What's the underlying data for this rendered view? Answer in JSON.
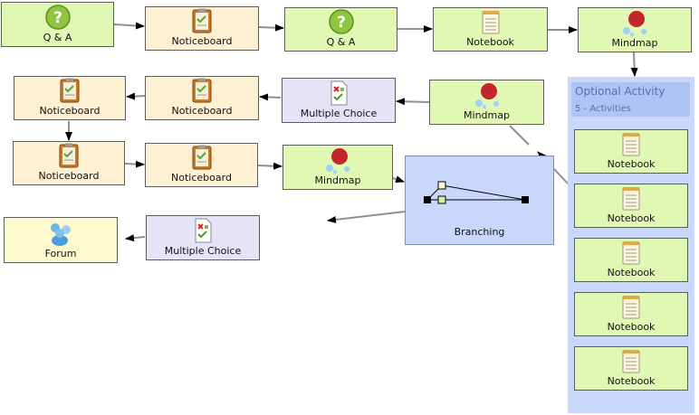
{
  "activities": {
    "qa_1": {
      "label": "Q & A",
      "icon": "question-icon"
    },
    "noticeboard_1": {
      "label": "Noticeboard",
      "icon": "noticeboard-icon"
    },
    "qa_2": {
      "label": "Q & A",
      "icon": "question-icon"
    },
    "notebook_1": {
      "label": "Notebook",
      "icon": "notebook-icon"
    },
    "mindmap_1": {
      "label": "Mindmap",
      "icon": "mindmap-icon"
    },
    "mindmap_2": {
      "label": "Mindmap",
      "icon": "mindmap-icon"
    },
    "multiple_choice_1": {
      "label": "Multiple Choice",
      "icon": "multiple-choice-icon"
    },
    "noticeboard_2": {
      "label": "Noticeboard",
      "icon": "noticeboard-icon"
    },
    "noticeboard_3": {
      "label": "Noticeboard",
      "icon": "noticeboard-icon"
    },
    "noticeboard_4": {
      "label": "Noticeboard",
      "icon": "noticeboard-icon"
    },
    "noticeboard_5": {
      "label": "Noticeboard",
      "icon": "noticeboard-icon"
    },
    "mindmap_3": {
      "label": "Mindmap",
      "icon": "mindmap-icon"
    },
    "branching": {
      "label": "Branching",
      "icon": "branching-icon"
    },
    "multiple_choice_2": {
      "label": "Multiple Choice",
      "icon": "multiple-choice-icon"
    },
    "forum": {
      "label": "Forum",
      "icon": "forum-icon"
    }
  },
  "optional_activity": {
    "title": "Optional Activity",
    "subtitle": "5 - Activities",
    "items": [
      {
        "label": "Notebook",
        "icon": "notebook-icon"
      },
      {
        "label": "Notebook",
        "icon": "notebook-icon"
      },
      {
        "label": "Notebook",
        "icon": "notebook-icon"
      },
      {
        "label": "Notebook",
        "icon": "notebook-icon"
      },
      {
        "label": "Notebook",
        "icon": "notebook-icon"
      }
    ]
  },
  "colors": {
    "tool": "#e1f7b4",
    "noticeboard": "#fdf0d3",
    "assessment": "#e4e4f6",
    "forum": "#fdfbcd",
    "group": "#c9d8fa",
    "connector": "#8e8e9a"
  }
}
